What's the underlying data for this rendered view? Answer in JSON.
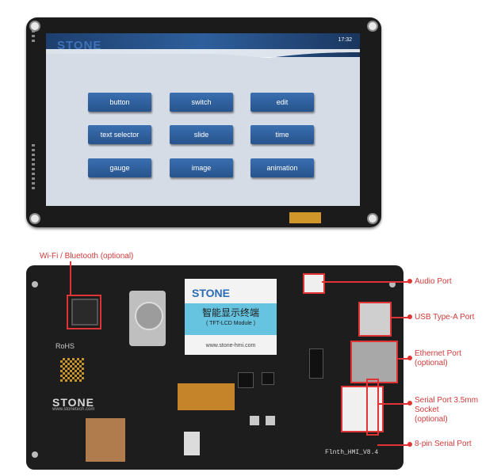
{
  "display": {
    "brand": "STONE",
    "clock": "17:32",
    "buttons": [
      "button",
      "switch",
      "edit",
      "text selector",
      "slide",
      "time",
      "gauge",
      "image",
      "animation"
    ]
  },
  "board": {
    "label_brand": "STONE",
    "label_chinese": "智能显示终端",
    "label_module": "( TFT-LCD Module )",
    "label_url": "www.stone-hmi.com",
    "rohs": "RoHS",
    "brand_print": "STONE",
    "brand_web": "www.stonetech.com",
    "firmware": "Flnth_HMI_V8.4"
  },
  "callouts": {
    "wifi": "Wi-Fi / Bluetooth (optional)",
    "audio": "Audio Port",
    "usb": "USB Type-A Port",
    "ethernet": "Ethernet Port\n(optional)",
    "serial_socket": "Serial Port 3.5mm Socket\n(optional)",
    "serial_8pin": "8-pin Serial Port"
  },
  "colors": {
    "callout_red": "#e03333",
    "screen_button": "#2f5f9e",
    "pcb": "#1d1d1d"
  }
}
